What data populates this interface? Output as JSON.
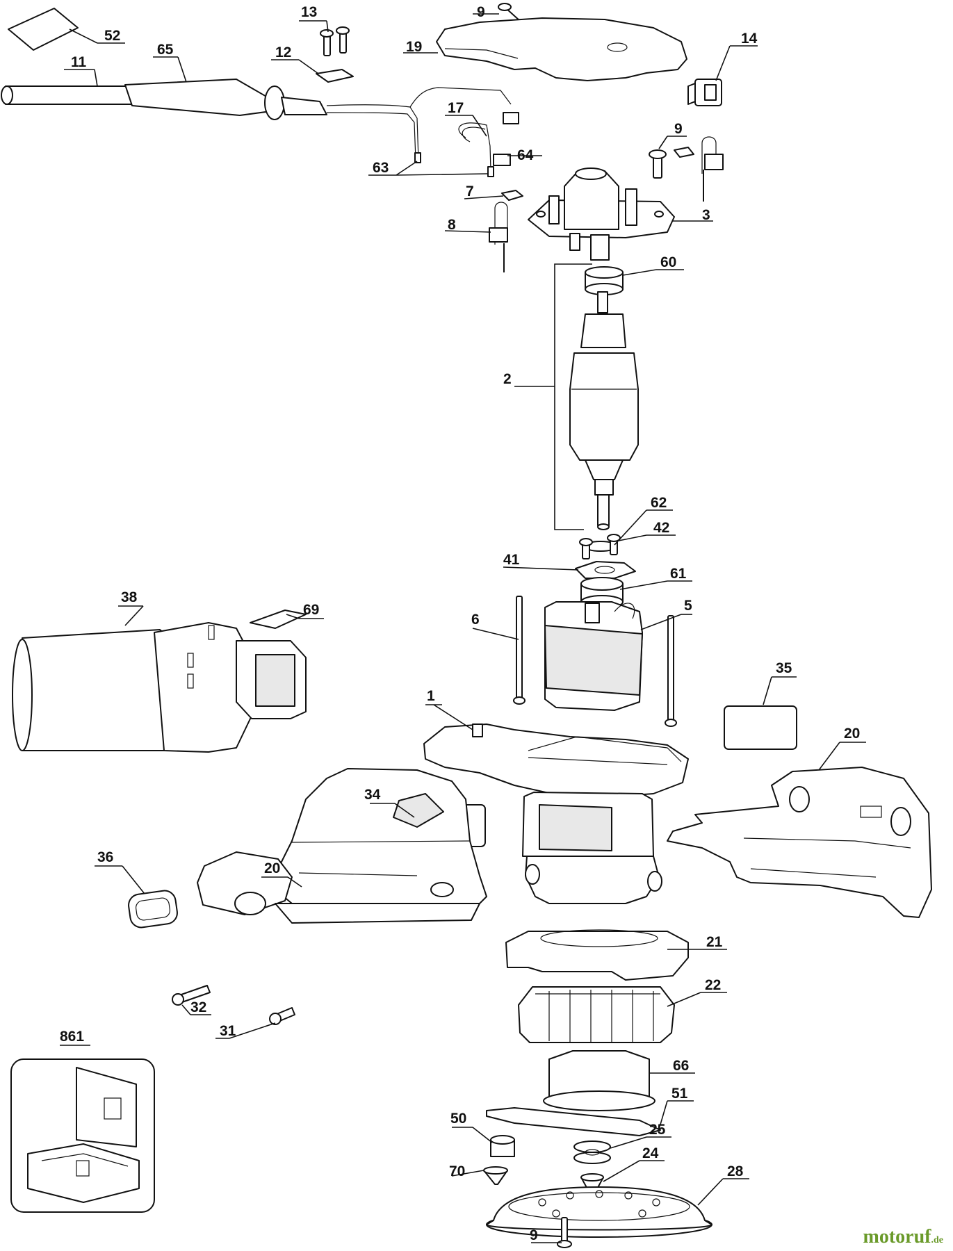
{
  "callouts": [
    {
      "id": "c52",
      "text": "52"
    },
    {
      "id": "c13",
      "text": "13"
    },
    {
      "id": "c9a",
      "text": "9"
    },
    {
      "id": "c19",
      "text": "19"
    },
    {
      "id": "c14",
      "text": "14"
    },
    {
      "id": "c11",
      "text": "11"
    },
    {
      "id": "c65",
      "text": "65"
    },
    {
      "id": "c12",
      "text": "12"
    },
    {
      "id": "c17",
      "text": "17"
    },
    {
      "id": "c9b",
      "text": "9"
    },
    {
      "id": "c64",
      "text": "64"
    },
    {
      "id": "c63",
      "text": "63"
    },
    {
      "id": "c7",
      "text": "7"
    },
    {
      "id": "c3",
      "text": "3"
    },
    {
      "id": "c8",
      "text": "8"
    },
    {
      "id": "c60",
      "text": "60"
    },
    {
      "id": "c2",
      "text": "2"
    },
    {
      "id": "c62",
      "text": "62"
    },
    {
      "id": "c42",
      "text": "42"
    },
    {
      "id": "c41",
      "text": "41"
    },
    {
      "id": "c61",
      "text": "61"
    },
    {
      "id": "c38",
      "text": "38"
    },
    {
      "id": "c69",
      "text": "69"
    },
    {
      "id": "c6",
      "text": "6"
    },
    {
      "id": "c5",
      "text": "5"
    },
    {
      "id": "c35",
      "text": "35"
    },
    {
      "id": "c1",
      "text": "1"
    },
    {
      "id": "c20a",
      "text": "20"
    },
    {
      "id": "c34",
      "text": "34"
    },
    {
      "id": "c36",
      "text": "36"
    },
    {
      "id": "c20b",
      "text": "20"
    },
    {
      "id": "c21",
      "text": "21"
    },
    {
      "id": "c22",
      "text": "22"
    },
    {
      "id": "c32",
      "text": "32"
    },
    {
      "id": "c31",
      "text": "31"
    },
    {
      "id": "c861",
      "text": "861"
    },
    {
      "id": "c66",
      "text": "66"
    },
    {
      "id": "c51",
      "text": "51"
    },
    {
      "id": "c50",
      "text": "50"
    },
    {
      "id": "c25",
      "text": "25"
    },
    {
      "id": "c70",
      "text": "70"
    },
    {
      "id": "c24",
      "text": "24"
    },
    {
      "id": "c28",
      "text": "28"
    },
    {
      "id": "c9c",
      "text": "9"
    }
  ],
  "watermark": {
    "brand": "motoruf",
    "tld": ".de"
  }
}
